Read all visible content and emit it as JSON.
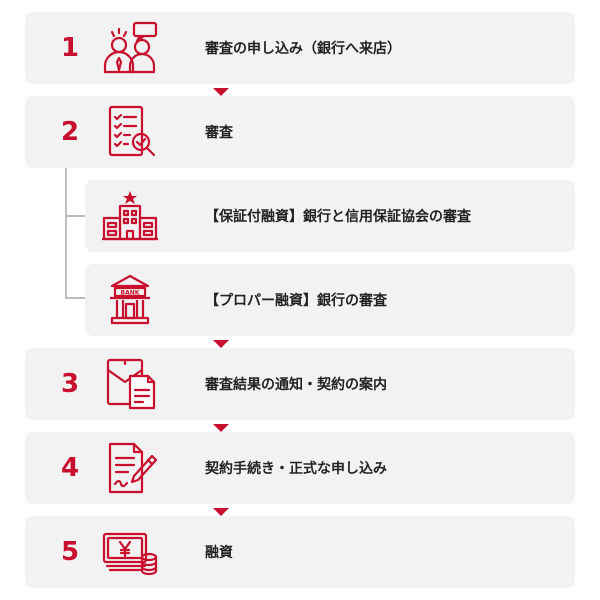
{
  "colors": {
    "accent": "#c8102e",
    "card_bg": "#f2f2f2",
    "connector": "#bdbdbd"
  },
  "steps": [
    {
      "number": "1",
      "label": "審査の申し込み（銀行へ来店）",
      "icon": "consultation-icon"
    },
    {
      "number": "2",
      "label": "審査",
      "icon": "checklist-review-icon"
    },
    {
      "number": "3",
      "label": "審査結果の通知・契約の案内",
      "icon": "envelope-document-icon"
    },
    {
      "number": "4",
      "label": "契約手続き・正式な申し込み",
      "icon": "contract-pen-icon"
    },
    {
      "number": "5",
      "label": "融資",
      "icon": "money-coins-icon"
    }
  ],
  "sub_steps": [
    {
      "label": "【保証付融資】銀行と信用保証協会の審査",
      "icon": "guarantee-building-icon"
    },
    {
      "label": "【プロパー融資】銀行の審査",
      "icon": "bank-building-icon"
    }
  ],
  "bank_sign": "BANK"
}
